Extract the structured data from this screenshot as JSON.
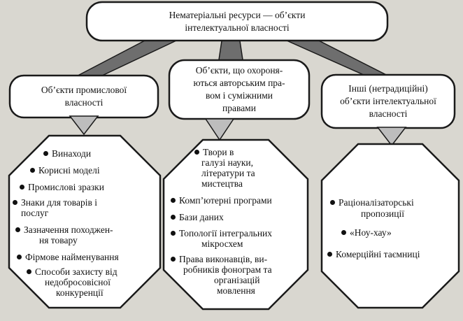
{
  "colors": {
    "background": "#d9d7d0",
    "box_fill": "#ffffff",
    "stroke": "#1a1a1a",
    "connector_fill": "#6e6e6e",
    "arrow_fill": "#bdbdbd"
  },
  "root": {
    "line1": "Нематеріальні ресурси — об’єкти",
    "line2": "інтелектуальної власності"
  },
  "categories": [
    {
      "lines": [
        "Об’єкти промислової",
        "власності"
      ],
      "items": [
        [
          "Винаходи"
        ],
        [
          "Корисні моделі"
        ],
        [
          "Промислові зразки"
        ],
        [
          "Знаки для товарів і",
          "послуг"
        ],
        [
          "Зазначення походжен-",
          "ня товару"
        ],
        [
          "Фірмове найменування"
        ],
        [
          "Способи захисту від",
          "недобросовісної",
          "конкуренції"
        ]
      ]
    },
    {
      "lines": [
        "Об’єкти, що охороня-",
        "ються авторським пра-",
        "вом і суміжними",
        "правами"
      ],
      "items": [
        [
          "Твори в",
          "галузі науки,",
          "літератури та",
          "мистецтва"
        ],
        [
          "Комп’ютерні програми"
        ],
        [
          "Бази даних"
        ],
        [
          "Топології інтегральних",
          "мікросхем"
        ],
        [
          "Права виконавців, ви-",
          "робників фонограм та",
          "організацій",
          "мовлення"
        ]
      ]
    },
    {
      "lines": [
        "Інші (нетрадиційні)",
        "об’єкти інтелектуальної",
        "власності"
      ],
      "items": [
        [
          "Раціоналізаторські",
          "пропозиції"
        ],
        [
          "«Ноу-хау»"
        ],
        [
          "Комерційні таємниці"
        ]
      ]
    }
  ]
}
